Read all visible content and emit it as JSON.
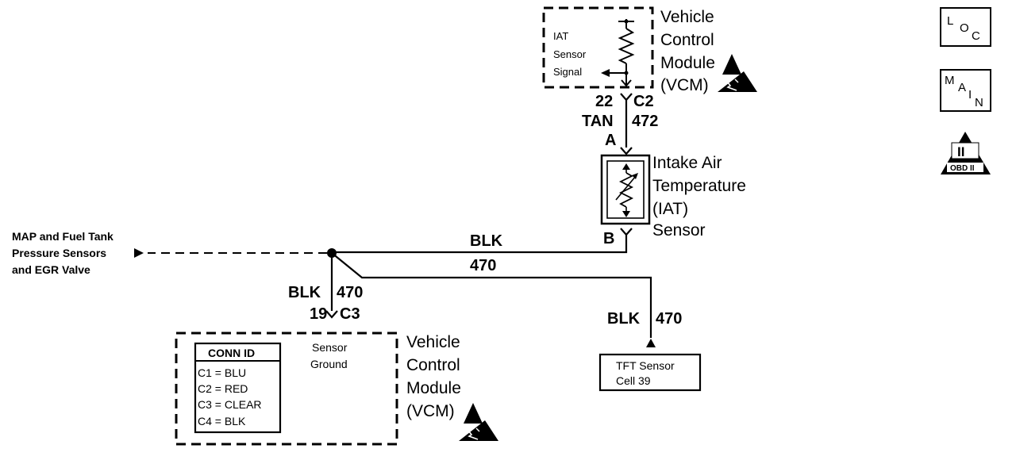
{
  "vcm_top": {
    "title_lines": [
      "Vehicle",
      "Control",
      "Module",
      "(VCM)"
    ],
    "signal_lines": [
      "IAT",
      "Sensor",
      "Signal"
    ],
    "pin": "22",
    "connector": "C2"
  },
  "tan_wire": {
    "color": "TAN",
    "circuit": "472"
  },
  "iat_sensor": {
    "pin_a": "A",
    "pin_b": "B",
    "title_lines": [
      "Intake Air",
      "Temperature",
      "(IAT)",
      "Sensor"
    ]
  },
  "ground_wire_horizontal": {
    "color": "BLK",
    "circuit": "470"
  },
  "map_label": {
    "lines": [
      "MAP and Fuel Tank",
      "Pressure Sensors",
      "and EGR Valve"
    ]
  },
  "vcm_bottom_wire": {
    "color": "BLK",
    "circuit": "470",
    "pin": "19",
    "connector": "C3"
  },
  "vcm_bottom": {
    "title_lines": [
      "Vehicle",
      "Control",
      "Module",
      "(VCM)"
    ],
    "ground_lines": [
      "Sensor",
      "Ground"
    ],
    "conn_id_title": "CONN ID",
    "conn_id_items": [
      "C1 = BLU",
      "C2 = RED",
      "C3 = CLEAR",
      "C4 = BLK"
    ]
  },
  "tft_wire": {
    "color": "BLK",
    "circuit": "470"
  },
  "tft_box": {
    "lines": [
      "TFT Sensor",
      "Cell 39"
    ]
  },
  "nav": {
    "loc": [
      "L",
      "O",
      "C"
    ],
    "main": [
      "M",
      "A",
      "I",
      "N"
    ],
    "obd": {
      "numeral": "II",
      "label": "OBD II"
    }
  },
  "esd_icon": "esd-warning-icon"
}
